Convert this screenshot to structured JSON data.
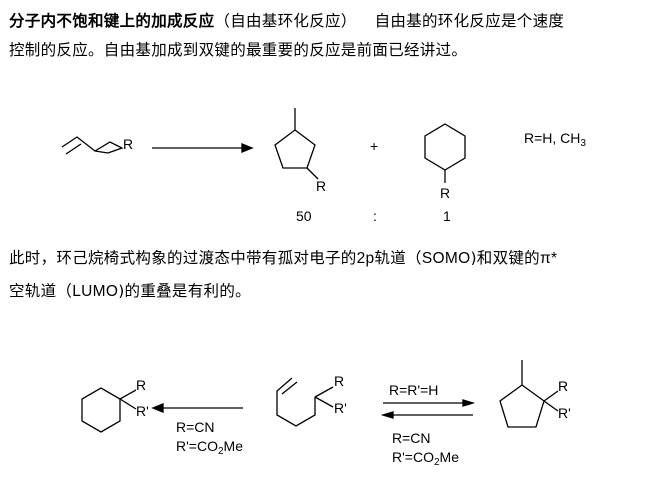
{
  "heading": {
    "title": "分子内不饱和键上的加成反应",
    "subtitle": "（自由基环化反应）",
    "intro_1": "自由基的环化反应是个速度",
    "intro_2": "控制的反应。自由基加成到双键的最重要的反应是前面已经讲过。"
  },
  "scheme1": {
    "r_label_reactant": "R",
    "r_label_product1": "R",
    "r_label_product2": "R",
    "plus": "+",
    "condition_prefix": "R=H, CH",
    "condition_sub": "3",
    "ratio_left": "50",
    "ratio_sep": ":",
    "ratio_right": "1"
  },
  "explanation": {
    "line1_a": "此时，环己烷椅式构象的过渡态中带有孤对电子的",
    "line1_b": "2p",
    "line1_c": "轨道（",
    "line1_d": "SOMO",
    "line1_e": ")和双键的",
    "line1_f": "π*",
    "line2_a": "空轨道（",
    "line2_b": "LUMO",
    "line2_c": ")的重叠是有利的。"
  },
  "scheme2": {
    "left_R": "R",
    "left_Rp": "R'",
    "mid_R": "R",
    "mid_Rp": "R'",
    "right_R": "R",
    "right_Rp": "R'",
    "cond_left_1": "R=CN",
    "cond_left_2a": "R'=CO",
    "cond_left_2sub": "2",
    "cond_left_2b": "Me",
    "cond_fwd": "R=R'=H",
    "cond_rev_1": "R=CN",
    "cond_rev_2a": "R'=CO",
    "cond_rev_2sub": "2",
    "cond_rev_2b": "Me"
  }
}
